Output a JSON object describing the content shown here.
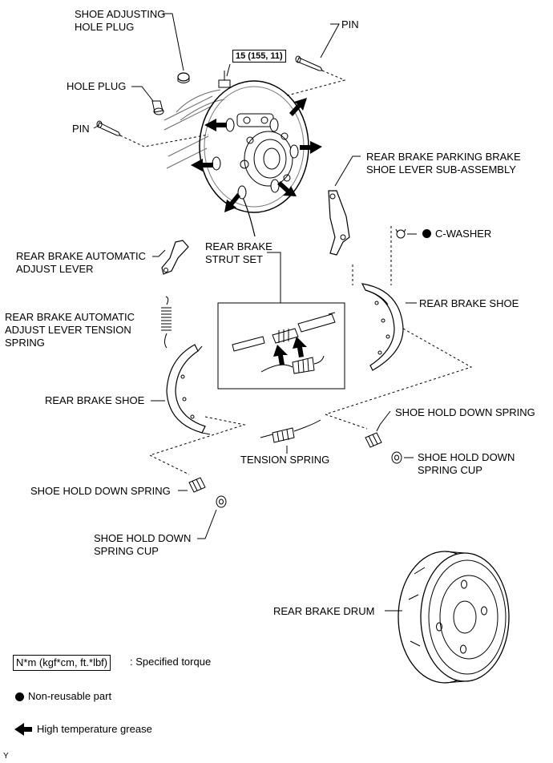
{
  "labels": {
    "shoe_adjusting_hole_plug": "SHOE ADJUSTING\nHOLE PLUG",
    "pin_top": "PIN",
    "hole_plug": "HOLE PLUG",
    "pin_left": "PIN",
    "parking_lever": "REAR BRAKE PARKING BRAKE\nSHOE LEVER SUB-ASSEMBLY",
    "c_washer": "C-WASHER",
    "auto_adjust_lever": "REAR BRAKE AUTOMATIC\nADJUST LEVER",
    "strut_set": "REAR BRAKE\nSTRUT SET",
    "rear_brake_shoe_right": "REAR BRAKE SHOE",
    "auto_adjust_spring": "REAR BRAKE AUTOMATIC\nADJUST LEVER TENSION\nSPRING",
    "rear_brake_shoe_left": "REAR BRAKE SHOE",
    "hold_down_spring_right": "SHOE HOLD DOWN SPRING",
    "hold_down_cup_right": "SHOE HOLD DOWN\nSPRING CUP",
    "tension_spring": "TENSION SPRING",
    "hold_down_spring_left": "SHOE HOLD DOWN SPRING",
    "hold_down_cup_left": "SHOE HOLD DOWN\nSPRING CUP",
    "rear_brake_drum": "REAR BRAKE DRUM"
  },
  "torque_spec": "15 (155, 11)",
  "legend": {
    "torque_unit": "N*m (kgf*cm, ft.*lbf)",
    "torque_text": ": Specified torque",
    "non_reusable": "Non-reusable part",
    "grease": "High temperature grease"
  },
  "corner_mark": "Y"
}
